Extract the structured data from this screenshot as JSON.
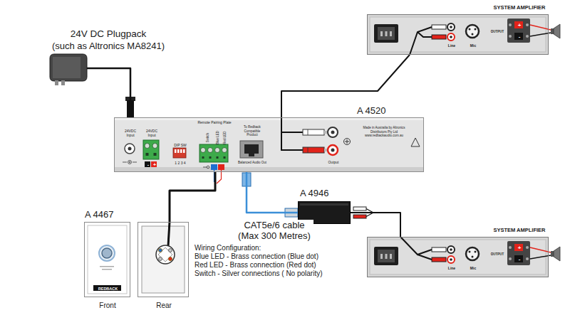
{
  "diagram": {
    "nodes": [
      {
        "text": [
          "24V DC Plugpack",
          "(such as Altronics MA8241)"
        ]
      },
      {
        "text": [
          "SYSTEM AMPLIFIER",
          "Line",
          "Mic",
          "OUTPUT",
          "+",
          "-"
        ]
      },
      {
        "text": [
          "A 4520",
          "24VDC Input",
          "24VDC Input",
          "-",
          "+",
          "DIP SW",
          "1 2 3 4",
          "Remote Pairing Plate",
          "Switch",
          "Blue LED",
          "Red LED",
          "To Redback Compatible Product",
          "Balanced Audio Out",
          "Output",
          "Made in Australia by Altronics Distributors Pty Ltd www.redbackaudio.com.au"
        ]
      },
      {
        "text": [
          "A 4946"
        ]
      },
      {
        "text": [
          "A 4467",
          "REDBACK",
          "Front"
        ]
      },
      {
        "text": [
          "Rear"
        ]
      },
      {
        "text": [
          "SYSTEM AMPLIFIER",
          "Line",
          "Mic",
          "OUTPUT",
          "+",
          "-"
        ]
      }
    ],
    "edges": [
      {
        "from": 0,
        "to": 2,
        "arrow": "none"
      },
      {
        "from": 2,
        "to": 1,
        "arrow": "none"
      },
      {
        "from": 2,
        "to": 3,
        "label": "CAT5e/6 cable (Max 300 Metres)",
        "arrow": "none"
      },
      {
        "from": 3,
        "to": 6,
        "arrow": "none"
      },
      {
        "from": 2,
        "to": 5,
        "arrow": "none"
      }
    ],
    "labels": [
      "Wiring Configuration:",
      "Blue LED - Brass connection (Blue dot)",
      "Red LED - Brass connection (Red dot)",
      "Switch - Silver connections ( No polarity)"
    ]
  }
}
